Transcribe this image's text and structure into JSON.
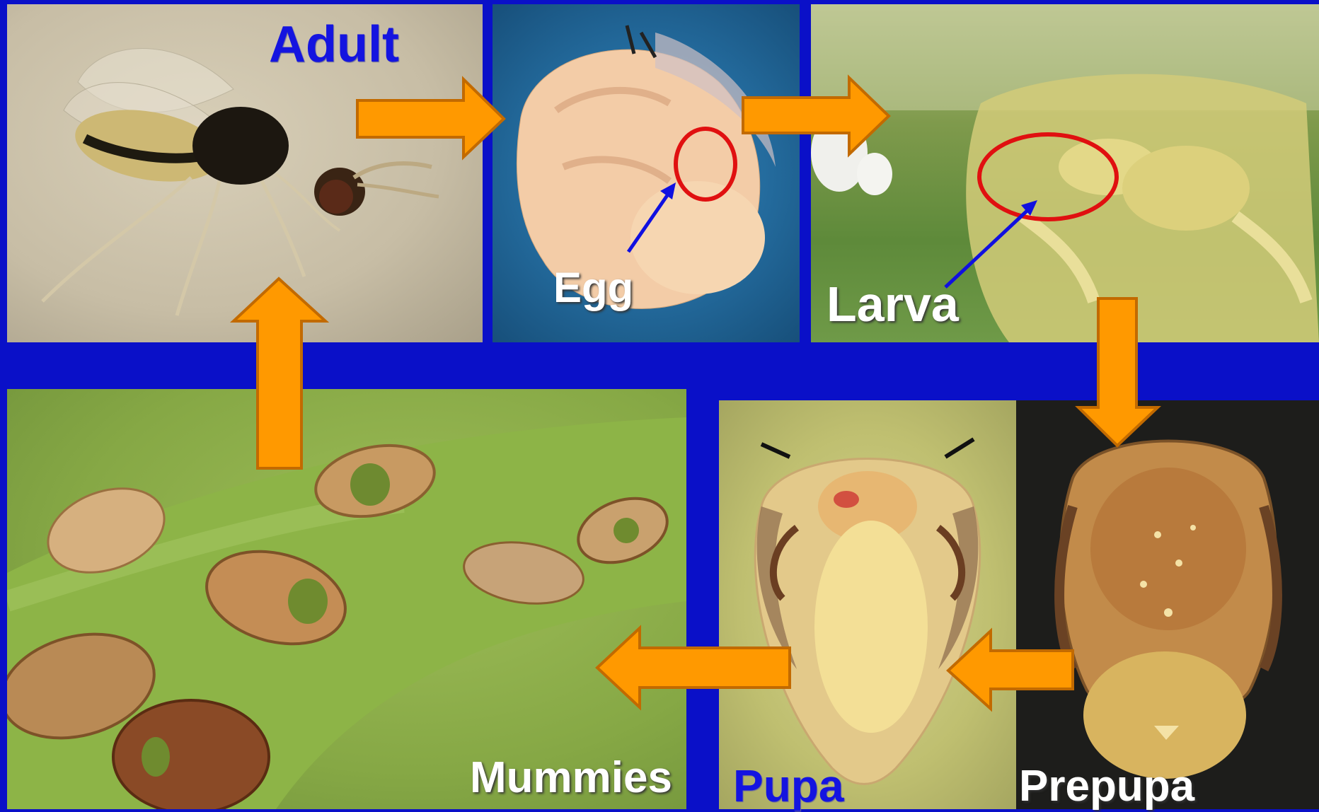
{
  "stages": {
    "adult": "Adult",
    "egg": "Egg",
    "larva": "Larva",
    "prepupa": "Prepupa",
    "pupa": "Pupa",
    "mummies": "Mummies"
  },
  "colors": {
    "background": "#0a10c8",
    "arrow_fill": "#ff9900",
    "arrow_outline": "#c26a00",
    "marker_circle": "#e01010",
    "pointer": "#1010e0",
    "label_white": "#ffffff",
    "label_blue": "#1414e0"
  },
  "icons": {
    "arrow": "thick-block-arrow",
    "marker": "red-ellipse-highlight",
    "pointer": "thin-blue-arrow"
  }
}
